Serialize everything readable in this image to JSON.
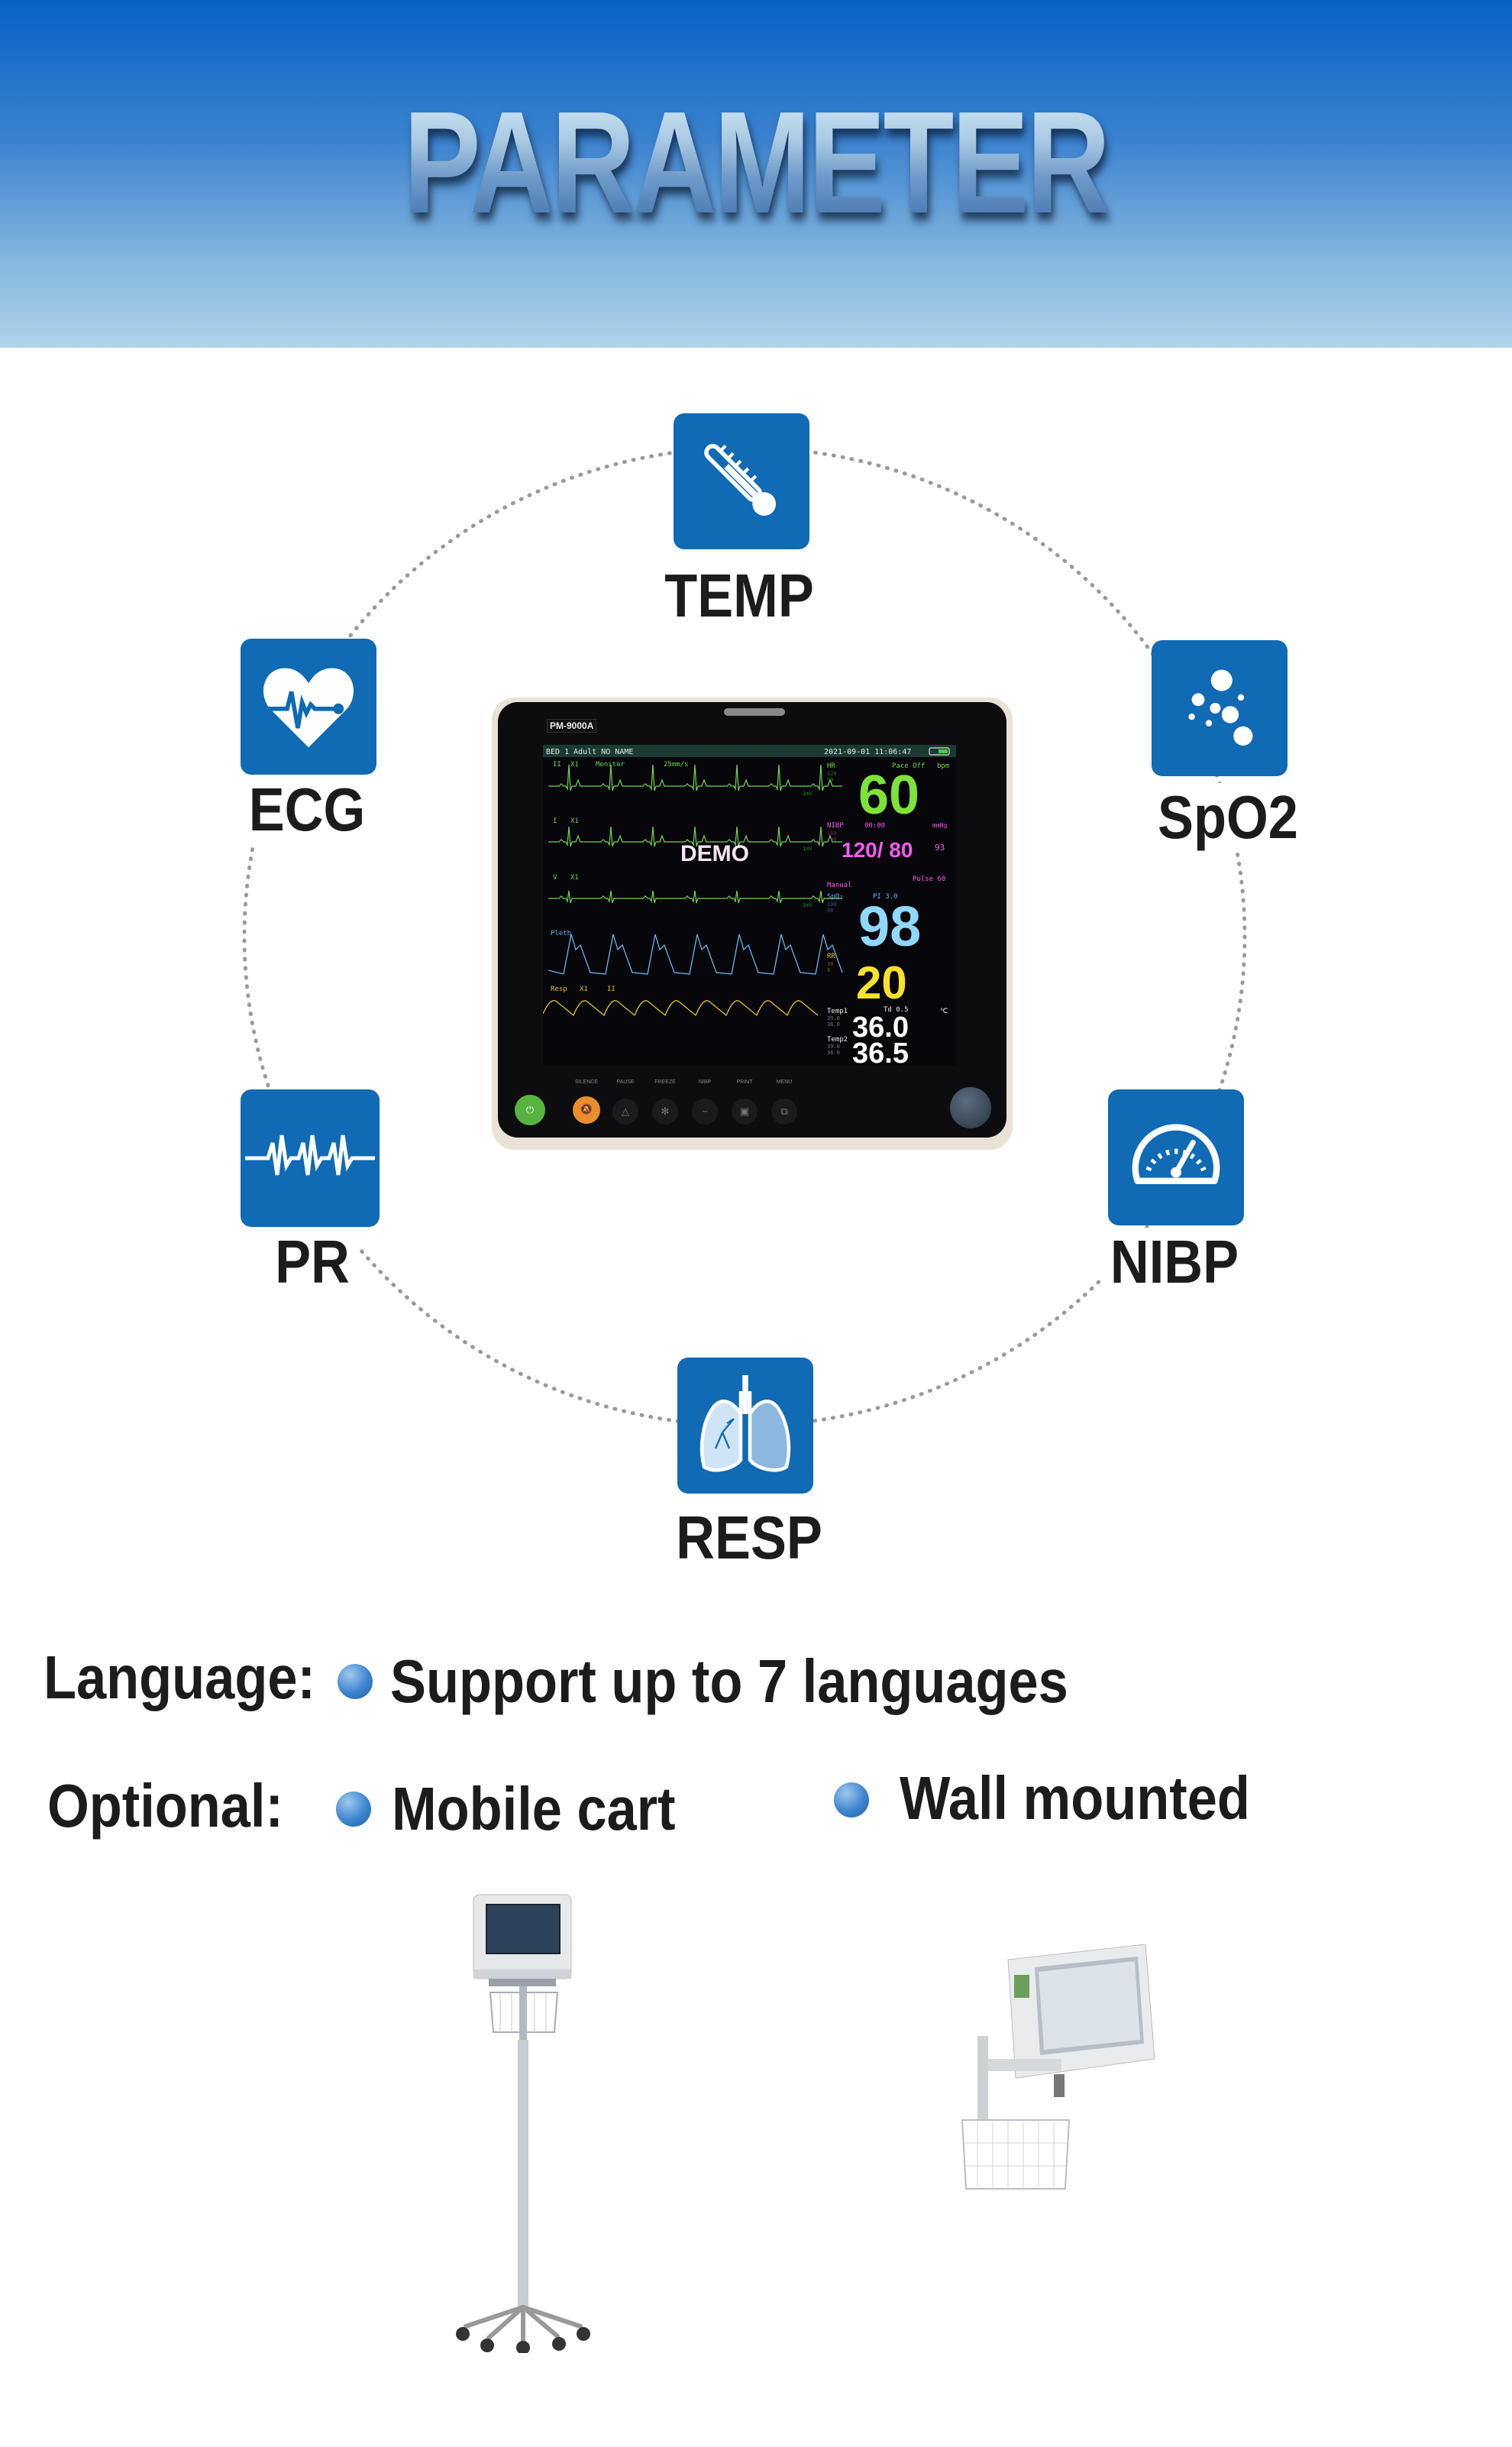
{
  "header": {
    "title": "PARAMETER"
  },
  "parameters": [
    {
      "key": "temp",
      "label": "TEMP",
      "icon": "thermometer-icon"
    },
    {
      "key": "ecg",
      "label": "ECG",
      "icon": "heart-ecg-icon"
    },
    {
      "key": "spo2",
      "label": "SpO2",
      "icon": "bubbles-icon"
    },
    {
      "key": "pr",
      "label": "PR",
      "icon": "pulse-wave-icon"
    },
    {
      "key": "nibp",
      "label": "NIBP",
      "icon": "gauge-icon"
    },
    {
      "key": "resp",
      "label": "RESP",
      "icon": "lungs-icon"
    }
  ],
  "monitor": {
    "model": "PM-9000A",
    "status_bar": {
      "left": "BED 1 Adult NO NAME",
      "datetime": "2021-09-01 11:06:47"
    },
    "demo": "DEMO",
    "waves": {
      "ecg1": {
        "lead": "II",
        "gain": "X1",
        "mode": "Monitor",
        "speed": "25mm/s",
        "scale": "1mV"
      },
      "ecg2": {
        "lead": "I",
        "gain": "X1",
        "scale": "1mV"
      },
      "ecg3": {
        "lead": "V",
        "gain": "X1",
        "scale": "1mV"
      },
      "pleth": {
        "label": "Pleth"
      },
      "resp": {
        "label": "Resp",
        "gain": "X1",
        "lead": "II"
      }
    },
    "hr": {
      "label": "HR",
      "pace": "Pace Off",
      "unit": "bpm",
      "value": "60",
      "hi": "120",
      "lo": "50"
    },
    "nibp": {
      "label": "NIBP",
      "time": "00:00",
      "unit": "mmHg",
      "value": "120/ 80",
      "mean": "93",
      "pulse": "Pulse 60",
      "mode": "Manual",
      "hi": "160",
      "lo": "90"
    },
    "spo2": {
      "label": "SpO₂",
      "pi": "PI 3.0",
      "value": "98",
      "hi": "100",
      "lo": "90"
    },
    "rr": {
      "label": "RR",
      "value": "20",
      "hi": "30",
      "lo": "8"
    },
    "temp1": {
      "label": "Temp1",
      "td": "Td 0.5",
      "value": "36.0",
      "hi": "39.0",
      "lo": "36.0",
      "unit": "℃"
    },
    "temp2": {
      "label": "Temp2",
      "value": "36.5",
      "hi": "39.0",
      "lo": "36.0"
    },
    "buttons": [
      "SILENCE",
      "PAUSE",
      "FREEZE",
      "NIBP",
      "PRINT",
      "MENU"
    ]
  },
  "features": {
    "language_label": "Language:",
    "language_value": "Support up to 7 languages",
    "optional_label": "Optional:",
    "optional_items": [
      "Mobile cart",
      "Wall mounted"
    ]
  },
  "colors": {
    "icon_blue": "#106ab4",
    "hr": "#7de33a",
    "nibp": "#f35cf0",
    "spo2": "#8fd8ff",
    "rr": "#f7e22a",
    "temp": "#ffffff"
  }
}
